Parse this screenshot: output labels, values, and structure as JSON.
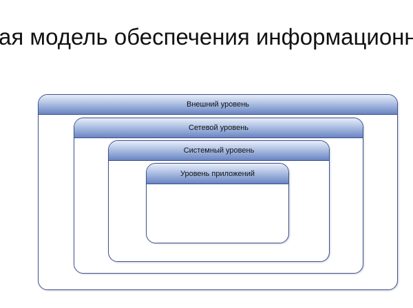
{
  "title": "ая модель обеспечения информационн",
  "diagram": {
    "layers": [
      {
        "label": "Внешний уровень"
      },
      {
        "label": "Сетевой уровень"
      },
      {
        "label": "Системный уровень"
      },
      {
        "label": "Уровень приложений"
      }
    ]
  },
  "colors": {
    "header_light": "#e9eef8",
    "header_dark": "#6a85c2",
    "border": "#3d4f8a"
  }
}
